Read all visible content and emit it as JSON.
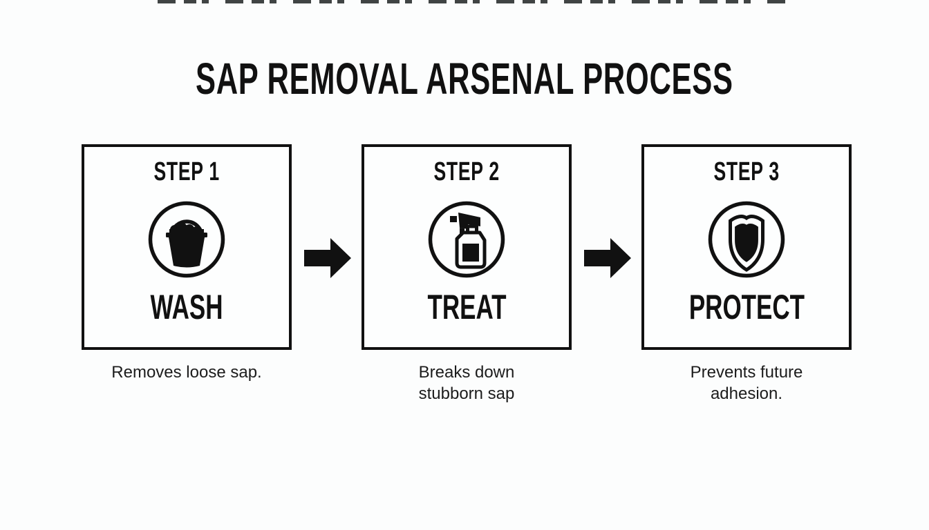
{
  "page": {
    "title": "SAP REMOVAL ARSENAL PROCESS"
  },
  "steps": [
    {
      "label": "STEP 1",
      "name": "WASH",
      "icon": "bucket-icon",
      "caption_lines": [
        "Removes loose sap."
      ]
    },
    {
      "label": "STEP 2",
      "name": "TREAT",
      "icon": "spray-bottle-icon",
      "caption_lines": [
        "Breaks down",
        "stubborn sap"
      ]
    },
    {
      "label": "STEP 3",
      "name": "PROTECT",
      "icon": "shield-icon",
      "caption_lines": [
        "Prevents future",
        "adhesion."
      ]
    }
  ],
  "arrows": {
    "icon": "arrow-right-icon",
    "direction": "right",
    "count": 2
  },
  "colors": {
    "ink": "#111111",
    "caption_text": "#1c1c1c",
    "background": "#fcfdfd",
    "box_border": "#111111"
  }
}
